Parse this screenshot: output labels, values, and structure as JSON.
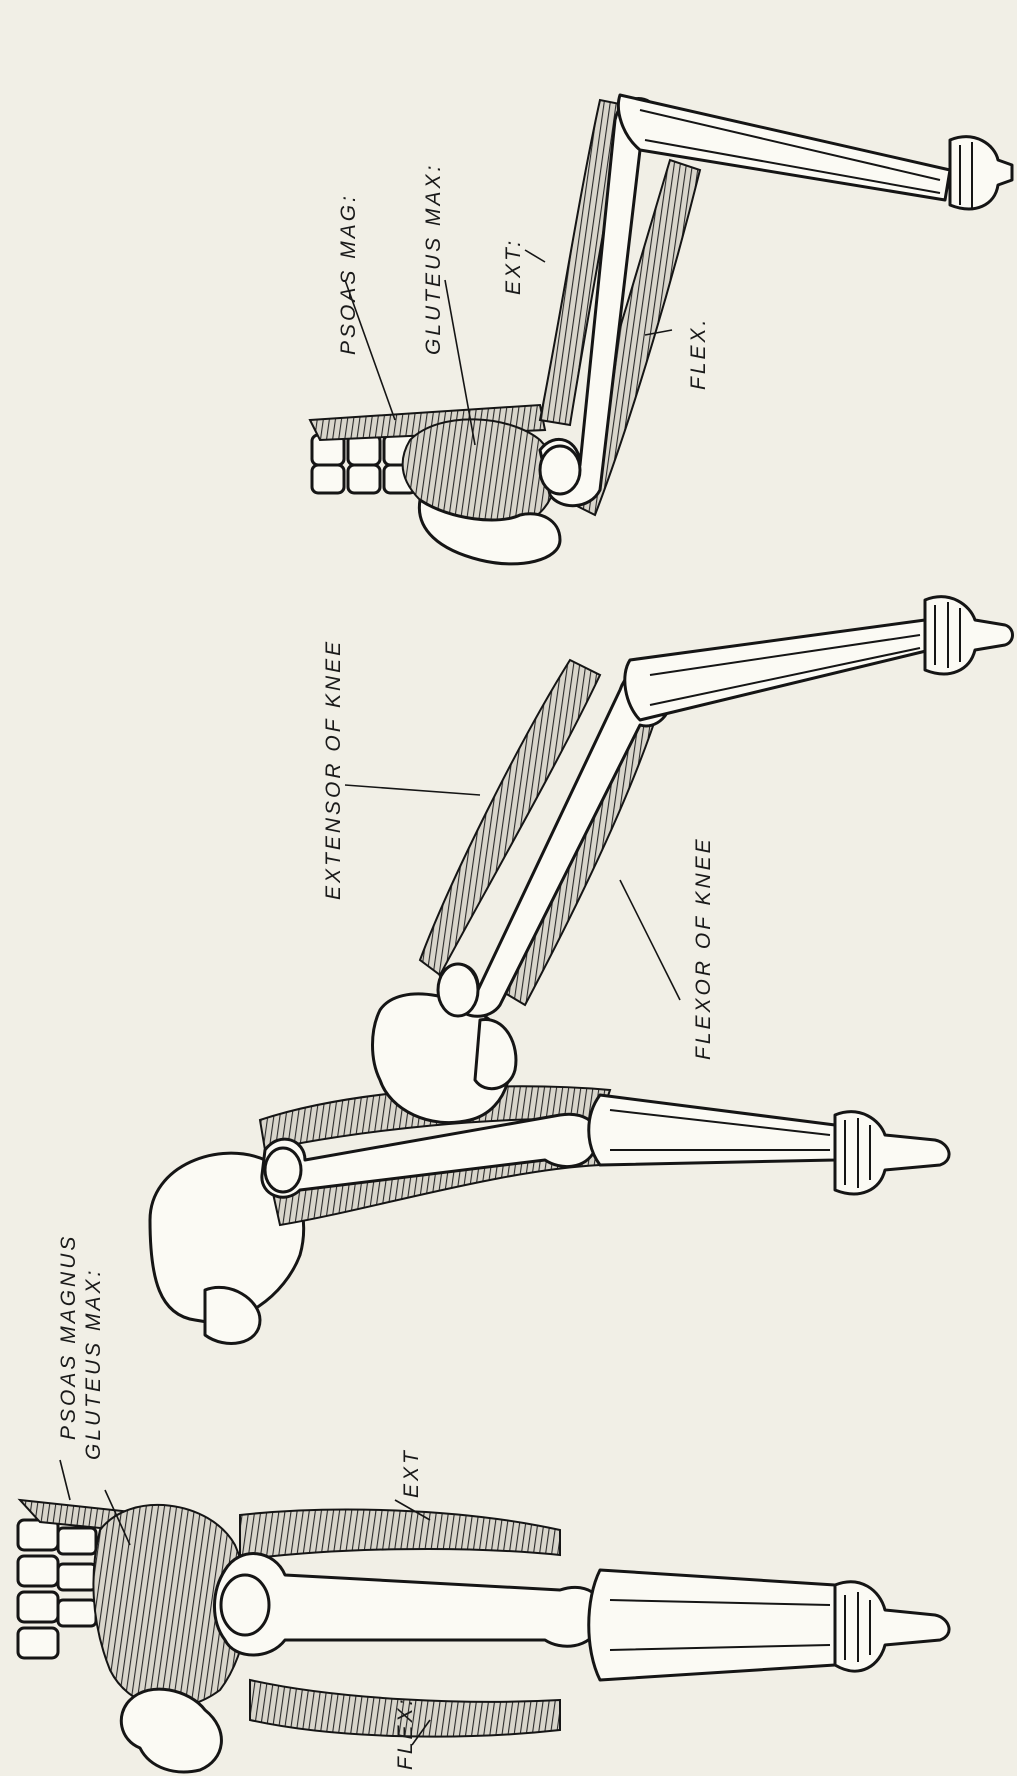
{
  "labels": {
    "psoas_magnus": "PSOAS MAGNUS",
    "gluteus_max_1": "GLUTEUS MAX:",
    "ext_1": "EXT",
    "flex_1": "FLEX:",
    "extensor_of_knee": "EXTENSOR OF KNEE",
    "flexor_of_knee": "FLEXOR OF KNEE",
    "psoas_mag": "PSOAS MAG:",
    "gluteus_max_2": "GLUTEUS MAX:",
    "ext_2": "EXT:",
    "flex_2": "FLEX."
  },
  "colors": {
    "paper": "#f1efe6",
    "ink": "#151515",
    "bone": "#fbfaf4"
  }
}
